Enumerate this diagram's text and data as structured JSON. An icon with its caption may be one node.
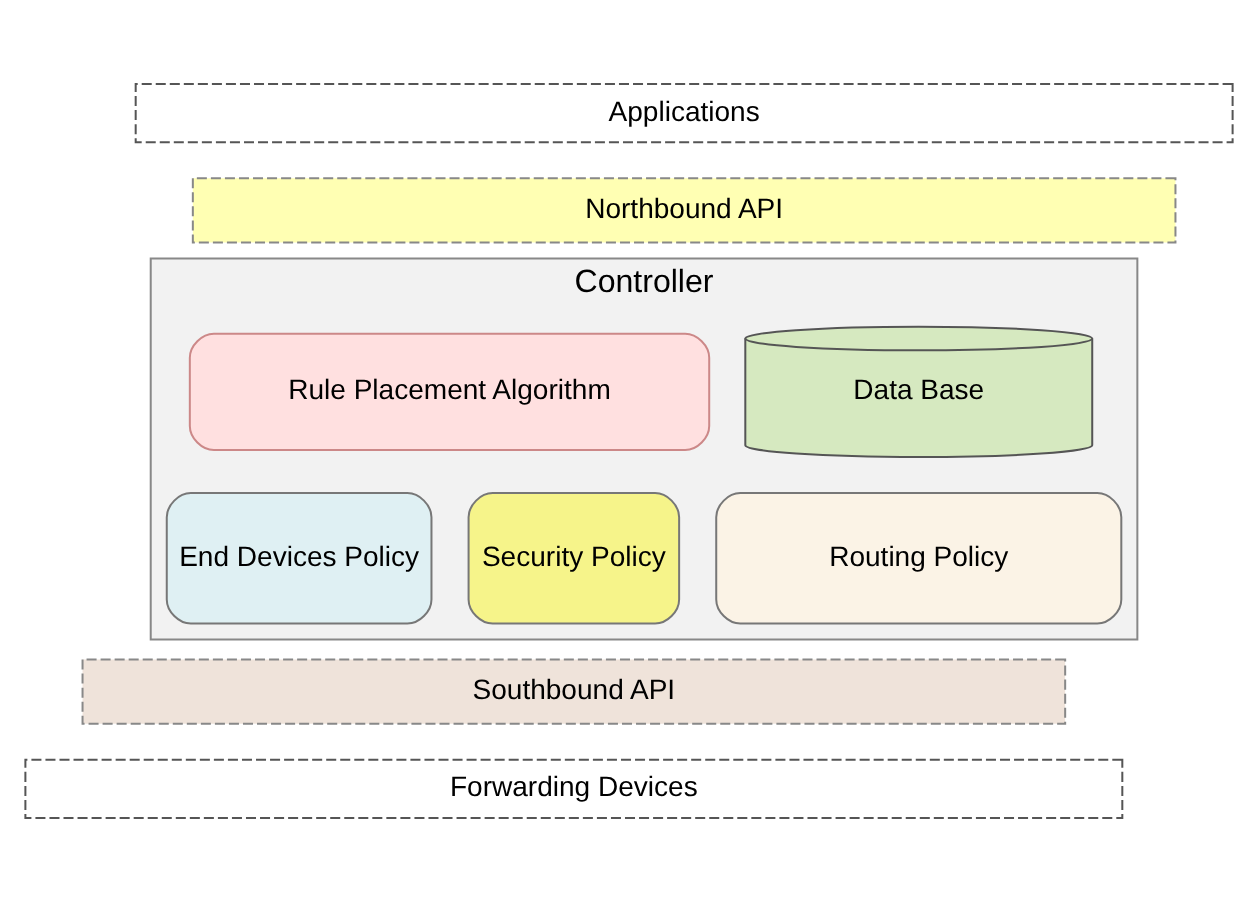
{
  "diagram": {
    "nodes": [
      {
        "text": [
          "Applications"
        ]
      },
      {
        "text": [
          "Northbound API"
        ]
      },
      {
        "text": [
          "Controller"
        ]
      },
      {
        "text": [
          "Data Base"
        ],
        "in": 2
      },
      {
        "text": [
          "Rule Placement Algorithm"
        ],
        "in": 2
      },
      {
        "text": [
          "Routing Policy"
        ],
        "in": 2
      },
      {
        "text": [
          "End Devices Policy"
        ],
        "in": 2
      },
      {
        "text": [
          "Security Policy"
        ],
        "in": 2
      },
      {
        "text": [
          "Southbound API"
        ]
      },
      {
        "text": [
          "Forwarding Devices"
        ]
      }
    ],
    "edges": []
  }
}
